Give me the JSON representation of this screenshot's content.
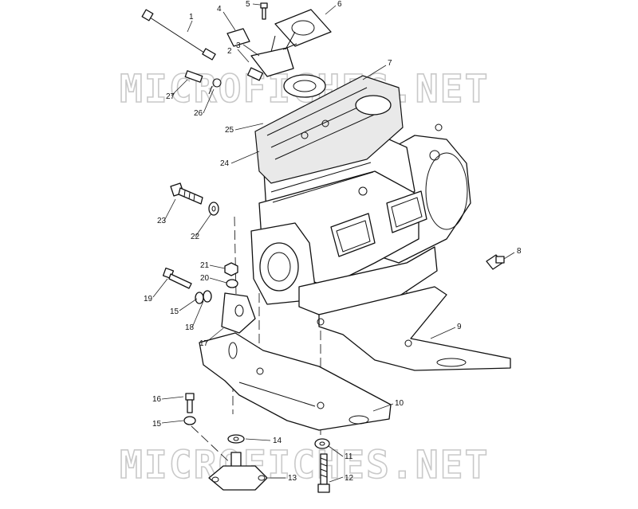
{
  "diagram": {
    "type": "exploded-parts-diagram",
    "watermark": "MICROFICHES.NET",
    "callouts": [
      "1",
      "2",
      "3",
      "4",
      "5",
      "6",
      "7",
      "8",
      "9",
      "10",
      "11",
      "12",
      "13",
      "14",
      "15",
      "15",
      "16",
      "17",
      "18",
      "19",
      "20",
      "21",
      "22",
      "23",
      "24",
      "25",
      "26",
      "27"
    ]
  }
}
